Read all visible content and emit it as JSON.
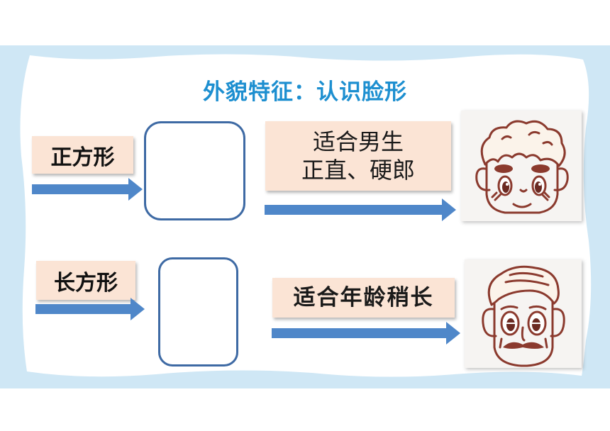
{
  "title": "外貌特征：认识脸形",
  "rows": [
    {
      "shape_label": "正方形",
      "description_lines": [
        "适合男生",
        "正直、硬郎"
      ],
      "portrait_icon": "square-face-boy-icon"
    },
    {
      "shape_label": "长方形",
      "description_lines": [
        "适合年龄稍长"
      ],
      "portrait_icon": "rectangular-face-man-icon"
    }
  ],
  "colors": {
    "frame": "#cfe7f5",
    "title": "#1d8fd0",
    "label_bg": "#fbe4d5",
    "arrow": "#4f87c9",
    "shape_border": "#3e6aa4",
    "sketch": "#8b3a2e"
  }
}
